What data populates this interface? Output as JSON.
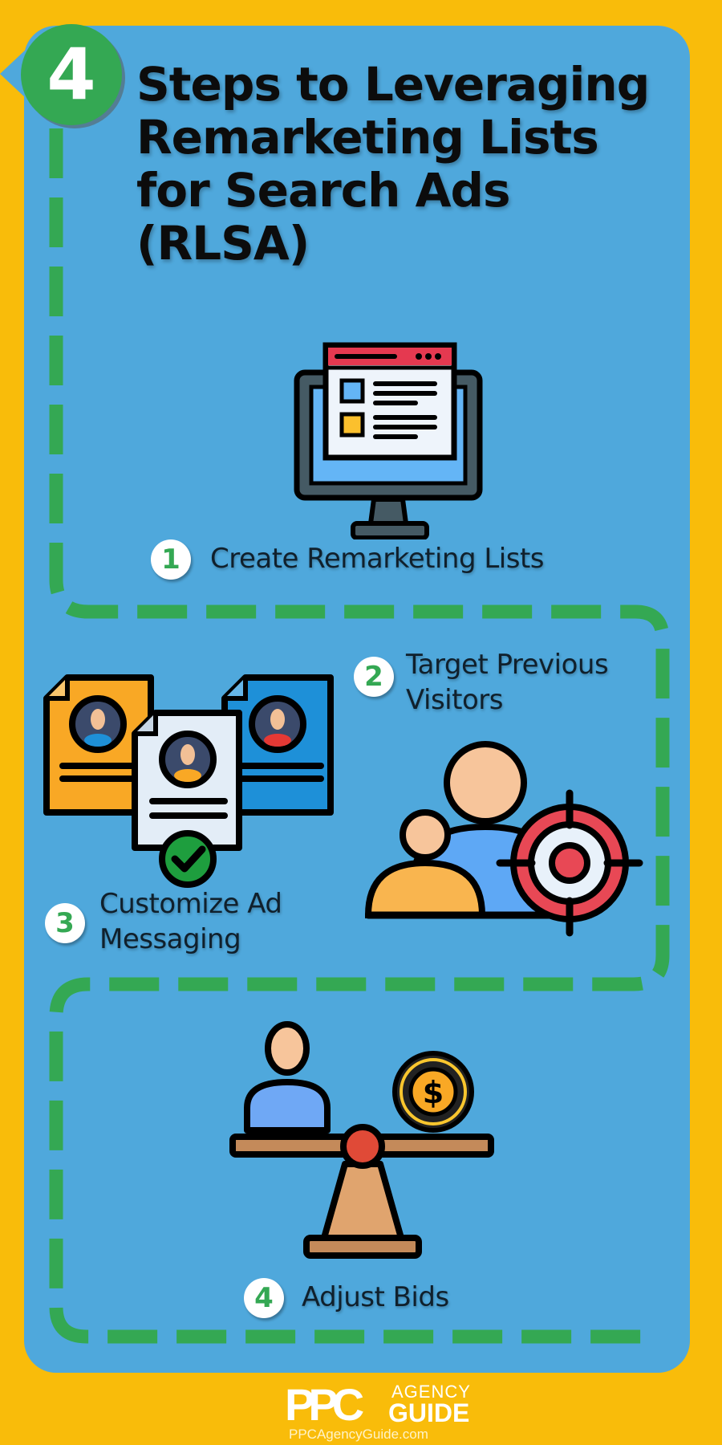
{
  "header": {
    "badge_number": "4",
    "title_lines": [
      "Steps to Leveraging",
      "Remarketing Lists",
      "for Search Ads",
      "(RLSA)"
    ]
  },
  "steps": [
    {
      "number": "1",
      "label_lines": [
        "Create Remarketing Lists"
      ],
      "icon": "computer-monitor-webpage-icon"
    },
    {
      "number": "2",
      "label_lines": [
        "Target Previous",
        "Visitors"
      ],
      "icon": "users-target-icon"
    },
    {
      "number": "3",
      "label_lines": [
        "Customize Ad",
        "Messaging"
      ],
      "icon": "profile-documents-check-icon"
    },
    {
      "number": "4",
      "label_lines": [
        "Adjust Bids"
      ],
      "icon": "seesaw-person-coin-icon"
    }
  ],
  "footer": {
    "logo_ppc": "PPC",
    "logo_agency": "AGENCY",
    "logo_guide": "GUIDE",
    "url": "PPCAgencyGuide.com"
  },
  "colors": {
    "background": "#F9BC0A",
    "panel": "#4FA8DC",
    "accent_green": "#34A853",
    "title_text": "#0c0c0c"
  }
}
